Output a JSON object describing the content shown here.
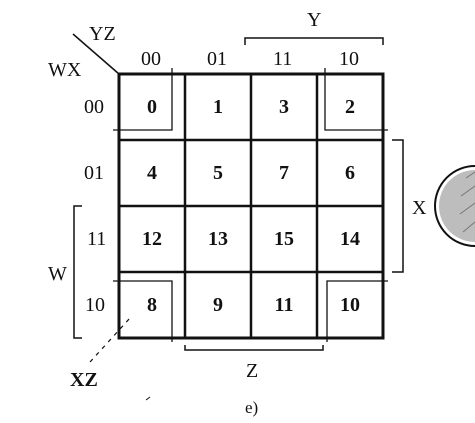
{
  "kmap": {
    "corner_row_vars": "WX",
    "corner_col_vars": "YZ",
    "col_headers": [
      "00",
      "01",
      "11",
      "10"
    ],
    "row_headers": [
      "00",
      "01",
      "11",
      "10"
    ],
    "cells": [
      [
        "0",
        "1",
        "3",
        "2"
      ],
      [
        "4",
        "5",
        "7",
        "6"
      ],
      [
        "12",
        "13",
        "15",
        "14"
      ],
      [
        "8",
        "9",
        "11",
        "10"
      ]
    ]
  },
  "variable_labels": {
    "y": "Y",
    "z": "Z",
    "x": "X",
    "w": "W"
  },
  "group_label": "XZ",
  "caption": "e)"
}
